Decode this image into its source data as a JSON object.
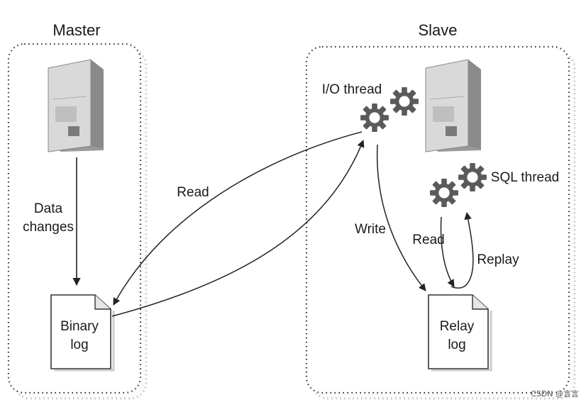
{
  "master": {
    "title": "Master"
  },
  "slave": {
    "title": "Slave"
  },
  "labels": {
    "data_changes_line1": "Data",
    "data_changes_line2": "changes",
    "read_top": "Read",
    "io_thread": "I/O thread",
    "sql_thread": "SQL thread",
    "write": "Write",
    "read_relay": "Read",
    "replay": "Replay"
  },
  "documents": {
    "binary_log_line1": "Binary",
    "binary_log_line2": "log",
    "relay_log_line1": "Relay",
    "relay_log_line2": "log"
  },
  "watermark": "CSDN @言言",
  "colors": {
    "stroke": "#222222",
    "gear": "#5a5a5a",
    "server_light": "#e6e6e6",
    "server_dark": "#9a9a9a"
  }
}
